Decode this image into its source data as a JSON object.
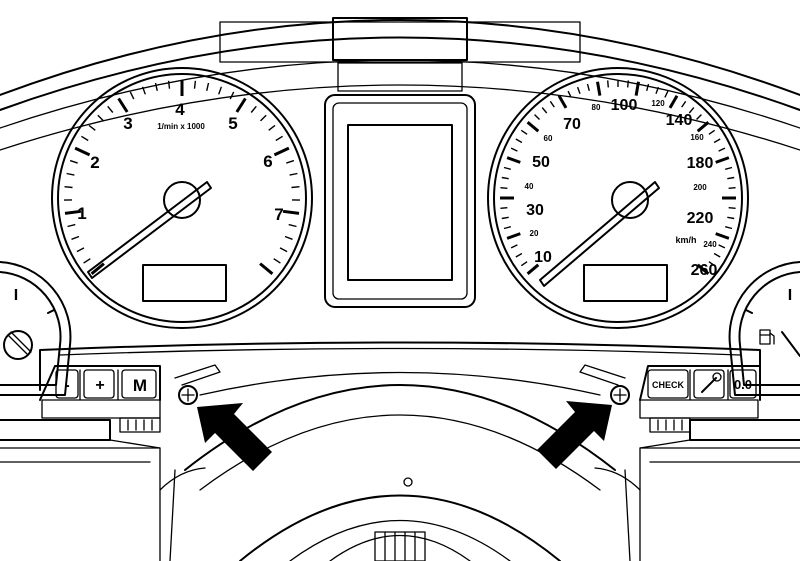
{
  "tachometer": {
    "numerals": [
      "1",
      "2",
      "3",
      "4",
      "5",
      "6",
      "7"
    ],
    "unit_label": "1/min x 1000"
  },
  "speedometer": {
    "major_numerals": [
      "10",
      "30",
      "50",
      "70",
      "100",
      "140",
      "180",
      "220",
      "260"
    ],
    "minor_numerals": [
      "20",
      "40",
      "60",
      "80",
      "120",
      "160",
      "200",
      "240"
    ],
    "unit_label": "km/h"
  },
  "left_buttons": {
    "minus": "-",
    "plus": "+",
    "mode": "M"
  },
  "right_buttons": {
    "check": "CHECK",
    "trip_reset": "0.0"
  },
  "gauges": {
    "left_small_label": "I",
    "right_small_label": "I"
  },
  "icons": [
    "fuel-pump-icon",
    "wrench-icon",
    "screw-icon",
    "arrow-icon"
  ]
}
